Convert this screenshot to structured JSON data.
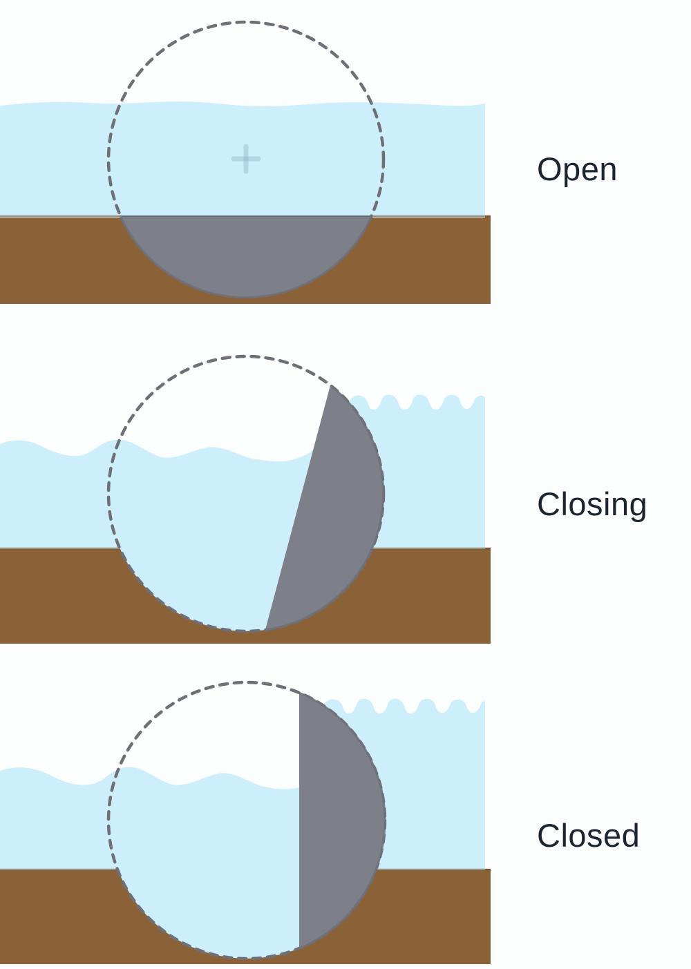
{
  "panels": [
    {
      "label": "Open"
    },
    {
      "label": "Closing"
    },
    {
      "label": "Closed"
    }
  ],
  "colors": {
    "water": "#cdeefb",
    "riverbed": "#8b6138",
    "gate": "#7d8089",
    "dashed_outline": "#6f7077",
    "gate_rim": "#6e717a",
    "bed_edge": "#6a4c28",
    "center_cross": "#8fb0c4",
    "label_text": "#1e2532",
    "background": "#fcfdfd"
  }
}
